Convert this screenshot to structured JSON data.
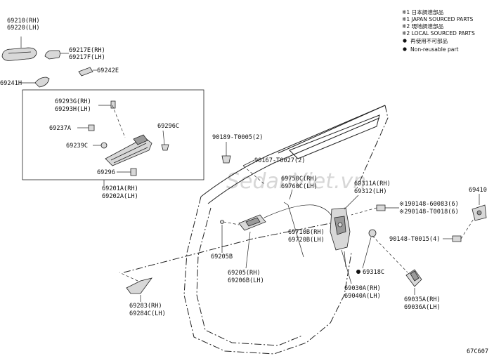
{
  "legend": {
    "l1": "※1 日本調達部品",
    "l2": "※1 JAPAN SOURCED PARTS",
    "l3": "※2 現地調達部品",
    "l4": "※2 LOCAL SOURCED PARTS",
    "l5": "再使用不可部品",
    "l6": "Non-reusable part"
  },
  "watermark": "SedanViet.vn",
  "diagram_code": "67C607",
  "labels": {
    "p69210": "69210(RH)",
    "p69220": "69220(LH)",
    "p69217e": "69217E(RH)",
    "p69217f": "69217F(LH)",
    "p69242e": "69242E",
    "p69241h": "69241H",
    "p69293g": "69293G(RH)",
    "p69293h": "69293H(LH)",
    "p69237a": "69237A",
    "p69296c": "69296C",
    "p69239c": "69239C",
    "p69296": "69296",
    "p69201a": "69201A(RH)",
    "p69202a": "69202A(LH)",
    "p90189": "90189-T0005(2)",
    "p90167": "90167-T0027(2)",
    "p69750c": "69750C(RH)",
    "p69760c": "69760C(LH)",
    "p69311a": "69311A(RH)",
    "p69312": "69312(LH)",
    "p69410": "69410",
    "p190148": "※190148-60083(6)",
    "p290148": "※290148-T0018(6)",
    "p90148t0015": "90148-T0015(4)",
    "p69710b": "69710B(RH)",
    "p69720b": "69720B(LH)",
    "p69205b": "69205B",
    "p69205": "69205(RH)",
    "p69206b": "69206B(LH)",
    "p69318c": "69318C",
    "p69030a": "69030A(RH)",
    "p69040a": "69040A(LH)",
    "p69035a": "69035A(RH)",
    "p69036a": "69036A(LH)",
    "p69283": "69283(RH)",
    "p69284c": "69284C(LH)"
  }
}
